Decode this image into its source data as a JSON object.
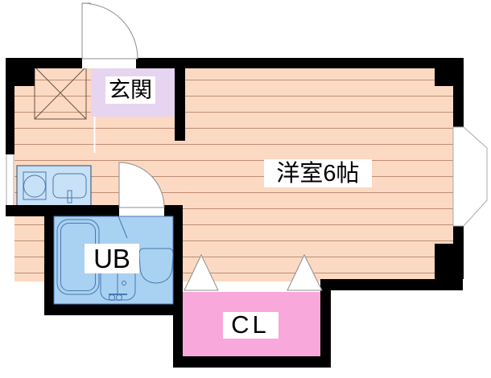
{
  "labels": {
    "genkan": "玄関",
    "main_room": "洋室6帖",
    "unit_bath": "UB",
    "closet": "CL"
  },
  "colors": {
    "wall": "#000000",
    "floor_peach": "#FCD9C2",
    "stripe_line": "#BE8E74",
    "genkan_lavender": "#E6D4F1",
    "kitchen_blue": "#C9E1F6",
    "bath_blue": "#A9D1F1",
    "closet_pink": "#F8A8DA",
    "fixture_outline": "#4878B0",
    "kitchen_outline": "#2B4A6B",
    "door_outline": "#8C8C8C",
    "window_outline": "#A9A9A9",
    "cabinet_outline": "#6B5243",
    "label_bg": "#FFFFFF",
    "label_text": "#000000"
  }
}
